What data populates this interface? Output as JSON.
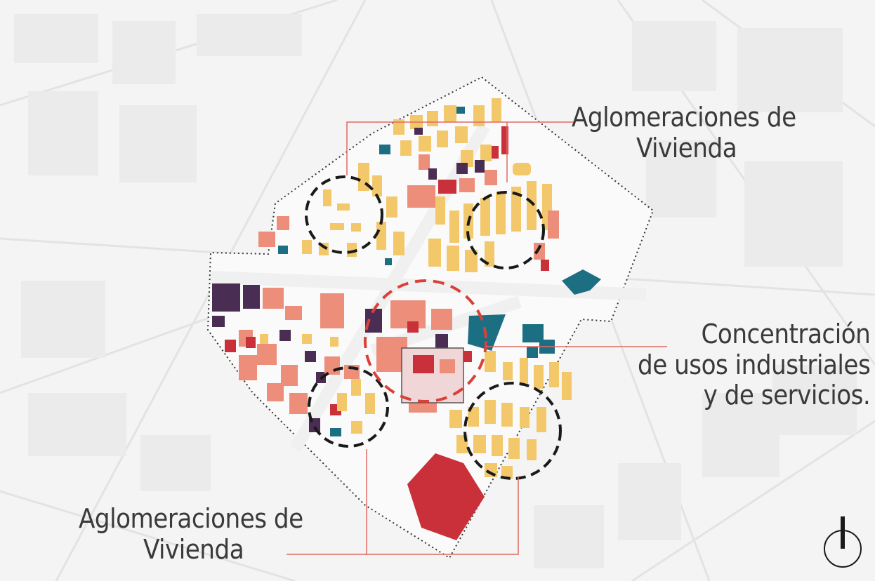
{
  "annotations": {
    "top_right": {
      "line1": "Aglomeraciones de",
      "line2": "Vivienda"
    },
    "middle_right": {
      "line1": "Concentración",
      "line2": "de usos industriales",
      "line3": "y de servicios."
    },
    "bottom_left": {
      "line1": "Aglomeraciones de",
      "line2": "Vivienda"
    }
  },
  "icons": {
    "north_arrow": "north-arrow-icon"
  },
  "colors": {
    "background": "#f4f4f4",
    "street_grid": "#e2e2e2",
    "housing_yellow": "#f2c86b",
    "services_salmon": "#ec8e7a",
    "commercial_red": "#c9303a",
    "industrial_purple": "#4a2d52",
    "institutional_teal": "#1c6e82",
    "leader_line": "#e26a62",
    "highlight_circle_black": "#1a1a1a",
    "highlight_circle_red": "#d9403a"
  }
}
